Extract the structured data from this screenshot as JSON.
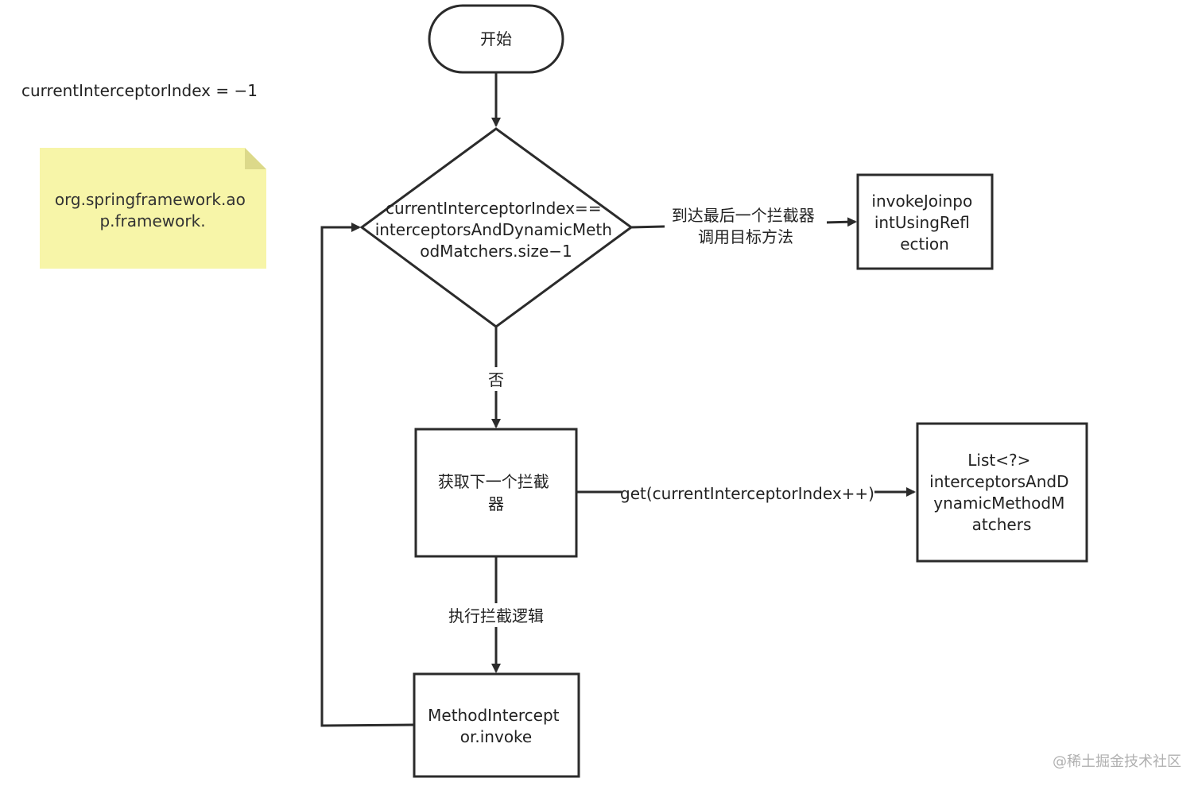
{
  "colors": {
    "stroke": "#2b2b2b",
    "note_fill": "#f7f5a8",
    "note_fold": "#dcd98a",
    "text": "#222222",
    "watermark": "#b0b0b0"
  },
  "variable_text": "currentInterceptorIndex = −1",
  "note": {
    "lines": [
      "org.springframework.ao",
      "p.framework."
    ]
  },
  "nodes": {
    "start": {
      "lines": [
        "开始"
      ]
    },
    "decision": {
      "lines": [
        "currentInterceptorIndex==",
        "interceptorsAndDynamicMeth",
        "odMatchers.size−1"
      ]
    },
    "invoke_joinpoint": {
      "lines": [
        "invokeJoinpo",
        "intUsingRefl",
        "ection"
      ]
    },
    "get_next": {
      "lines": [
        "获取下一个拦截",
        "器"
      ]
    },
    "interceptor_list": {
      "lines": [
        "List<?>",
        "interceptorsAndD",
        "ynamicMethodM",
        "atchers"
      ]
    },
    "method_invoke": {
      "lines": [
        "MethodIntercept",
        "or.invoke"
      ]
    }
  },
  "edges": {
    "to_target": {
      "lines": [
        "到达最后一个拦截器",
        "调用目标方法"
      ]
    },
    "no": {
      "lines": [
        "否"
      ]
    },
    "get_call": {
      "lines": [
        "get(currentInterceptorIndex++)"
      ]
    },
    "execute": {
      "lines": [
        "执行拦截逻辑"
      ]
    }
  },
  "watermark": "@稀土掘金技术社区"
}
